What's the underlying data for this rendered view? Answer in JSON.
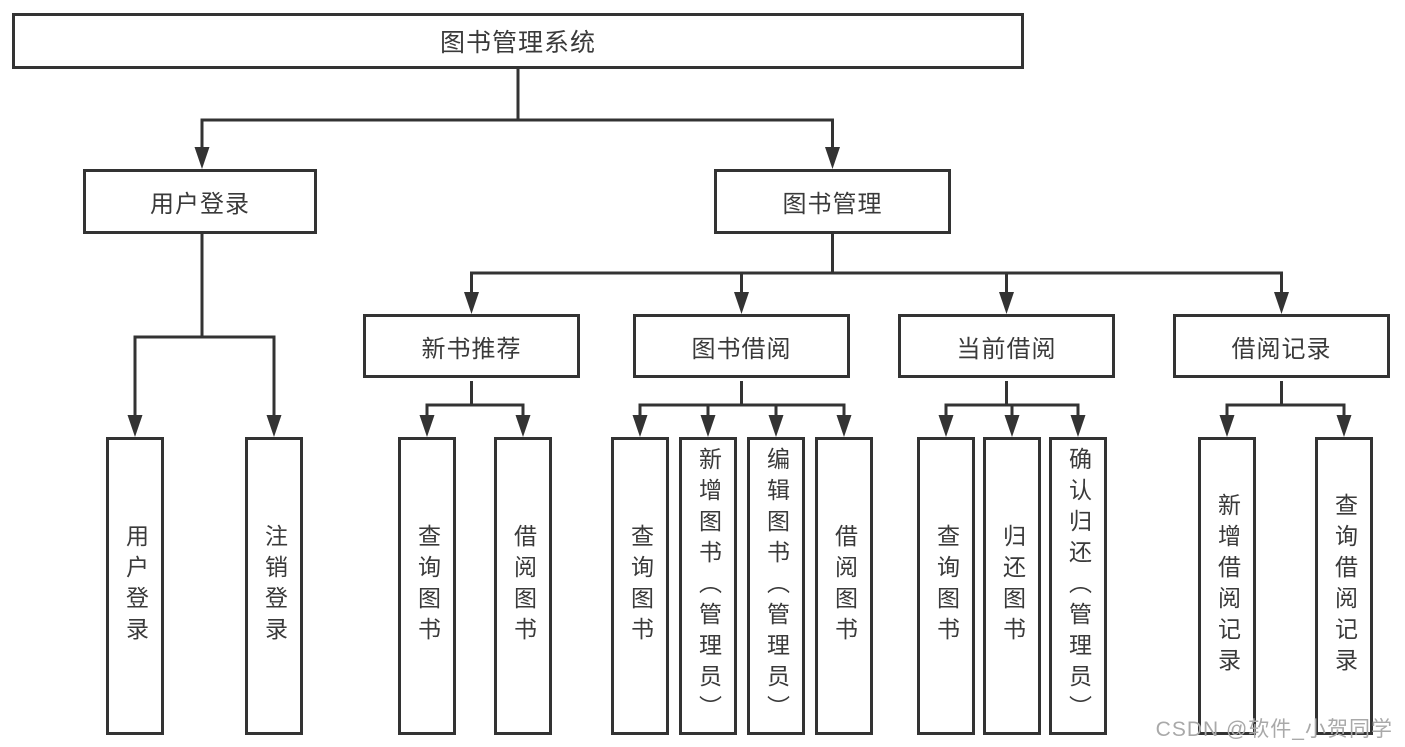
{
  "diagram": {
    "type": "tree",
    "root": {
      "label": "图书管理系统"
    },
    "level2": [
      {
        "label": "用户登录",
        "parent": "图书管理系统"
      },
      {
        "label": "图书管理",
        "parent": "图书管理系统"
      }
    ],
    "level3": [
      {
        "label": "新书推荐",
        "parent": "图书管理"
      },
      {
        "label": "图书借阅",
        "parent": "图书管理"
      },
      {
        "label": "当前借阅",
        "parent": "图书管理"
      },
      {
        "label": "借阅记录",
        "parent": "图书管理"
      }
    ],
    "leaves": [
      {
        "label": "用户登录",
        "parent": "用户登录"
      },
      {
        "label": "注销登录",
        "parent": "用户登录"
      },
      {
        "label": "查询图书",
        "parent": "新书推荐"
      },
      {
        "label": "借阅图书",
        "parent": "新书推荐"
      },
      {
        "label": "查询图书",
        "parent": "图书借阅"
      },
      {
        "label": "新增图书（管理员）",
        "parent": "图书借阅"
      },
      {
        "label": "编辑图书（管理员）",
        "parent": "图书借阅"
      },
      {
        "label": "借阅图书",
        "parent": "图书借阅"
      },
      {
        "label": "查询图书",
        "parent": "当前借阅"
      },
      {
        "label": "归还图书",
        "parent": "当前借阅"
      },
      {
        "label": "确认归还（管理员）",
        "parent": "当前借阅"
      },
      {
        "label": "新增借阅记录",
        "parent": "借阅记录"
      },
      {
        "label": "查询借阅记录",
        "parent": "借阅记录"
      }
    ],
    "watermark": "CSDN @软件_小贺同学",
    "colors": {
      "line": "#333333",
      "box_border": "#333333",
      "text": "#3a3a3a",
      "watermark": "#a9a9a9",
      "background": "#ffffff"
    }
  }
}
